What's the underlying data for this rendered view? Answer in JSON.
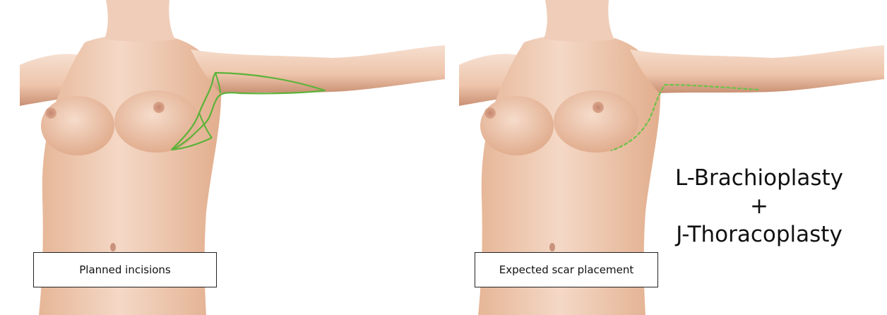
{
  "panels": {
    "left": {
      "caption": "Planned incisions",
      "incision_color": "#5cb33a"
    },
    "right": {
      "caption": "Expected scar placement",
      "scar_color": "#6cc24a"
    }
  },
  "procedure": {
    "line1": "L-Brachioplasty",
    "line2": "+",
    "line3": "J-Thoracoplasty"
  },
  "colors": {
    "skin_light": "#f3d7c4",
    "skin_mid": "#e9bfa4",
    "skin_shadow": "#c98e6f",
    "background": "#ffffff"
  }
}
